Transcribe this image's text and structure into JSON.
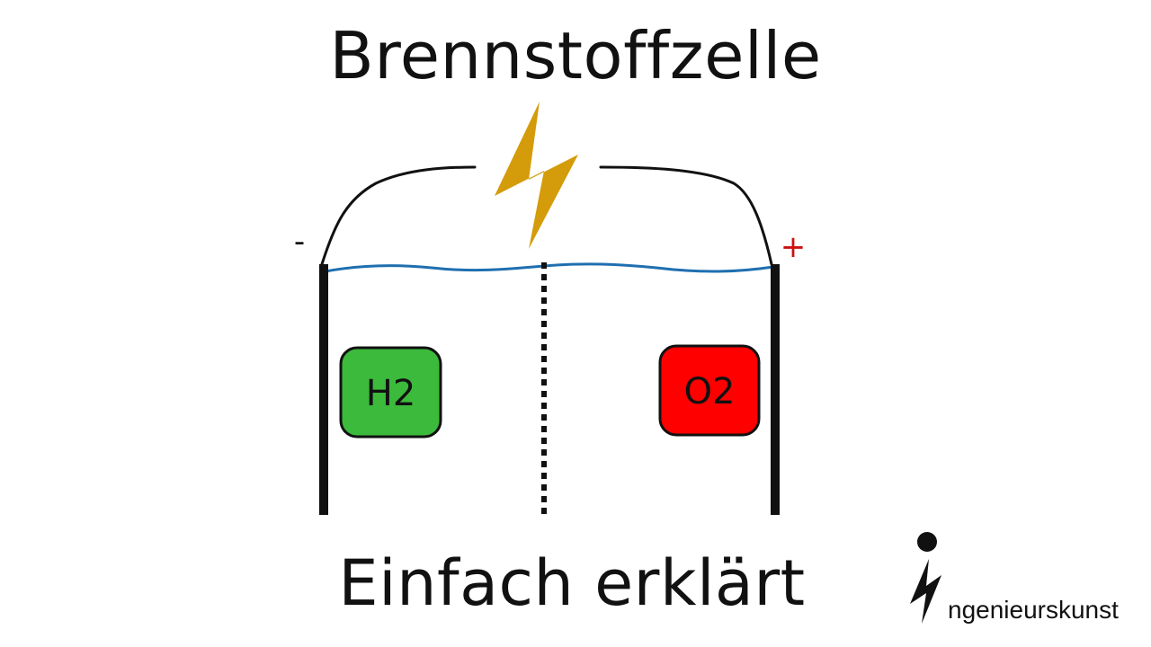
{
  "title": "Brennstoffzelle",
  "subtitle": "Einfach erklärt",
  "anode_sign": "-",
  "cathode_sign": "+",
  "left_box": {
    "label": "H2",
    "color": "#3cba3c"
  },
  "right_box": {
    "label": "O2",
    "color": "#ff0000"
  },
  "colors": {
    "lightning": "#d49b0a",
    "electrolyte": "#1f6fb0",
    "cathode_sign": "#cc1111",
    "ink": "#111111"
  },
  "icons": [
    "lightning-icon",
    "brand-logo-icon"
  ],
  "brand": "ngenieurskunst"
}
